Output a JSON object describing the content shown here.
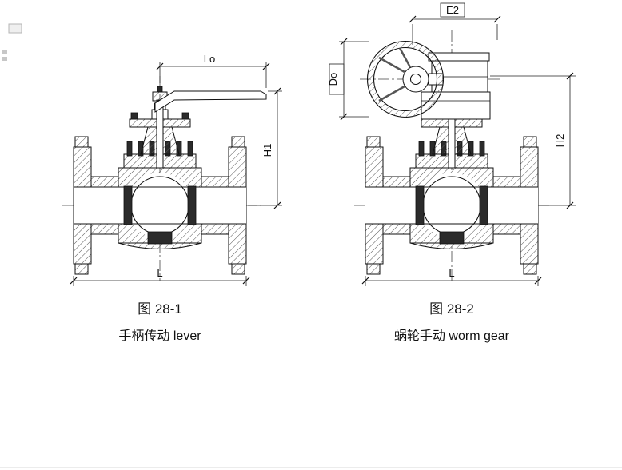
{
  "drawing": {
    "left_figure": {
      "dim_labels": {
        "lever_length": "Lo",
        "height": "H1",
        "face_to_face": "L"
      },
      "caption_number": "图 28-1",
      "caption_text": "手柄传动 lever"
    },
    "right_figure": {
      "dim_labels": {
        "top_width": "E2",
        "handwheel_diameter": "Do",
        "height": "H2",
        "face_to_face": "L"
      },
      "caption_number": "图 28-2",
      "caption_text": "蜗轮手动 worm gear"
    }
  }
}
